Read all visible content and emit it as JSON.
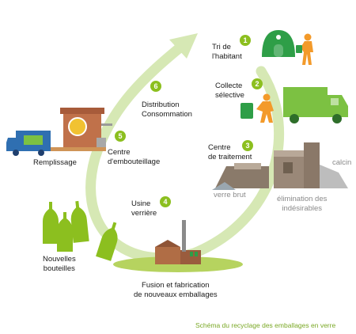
{
  "steps": [
    {
      "number": "1",
      "label_l1": "Tri de",
      "label_l2": "l'habitant"
    },
    {
      "number": "2",
      "label_l1": "Collecte",
      "label_l2": "sélective"
    },
    {
      "number": "3",
      "label_l1": "Centre",
      "label_l2": "de traitement"
    },
    {
      "number": "4",
      "label_l1": "Usine",
      "label_l2": "verrière"
    },
    {
      "number": "5",
      "label_l1": "Centre",
      "label_l2": "d'embouteillage"
    },
    {
      "number": "6",
      "label_l1": "Distribution",
      "label_l2": "Consommation"
    }
  ],
  "annotations": {
    "calcin": "calcin",
    "verre_brut": "verre brut",
    "elimination_l1": "élimination des",
    "elimination_l2": "indésirables",
    "fusion_l1": "Fusion et fabrication",
    "fusion_l2": "de nouveaux emballages",
    "nouvelles_l1": "Nouvelles",
    "nouvelles_l2": "bouteilles",
    "remplissage": "Remplissage"
  },
  "caption": "Schéma du recyclage des emballages en verre",
  "colors": {
    "badge": "#8cbf1f",
    "arrow": "#d6e8b4",
    "bottle": "#8cbf1f",
    "truck": "#7cc142",
    "caption": "#7aa825"
  }
}
